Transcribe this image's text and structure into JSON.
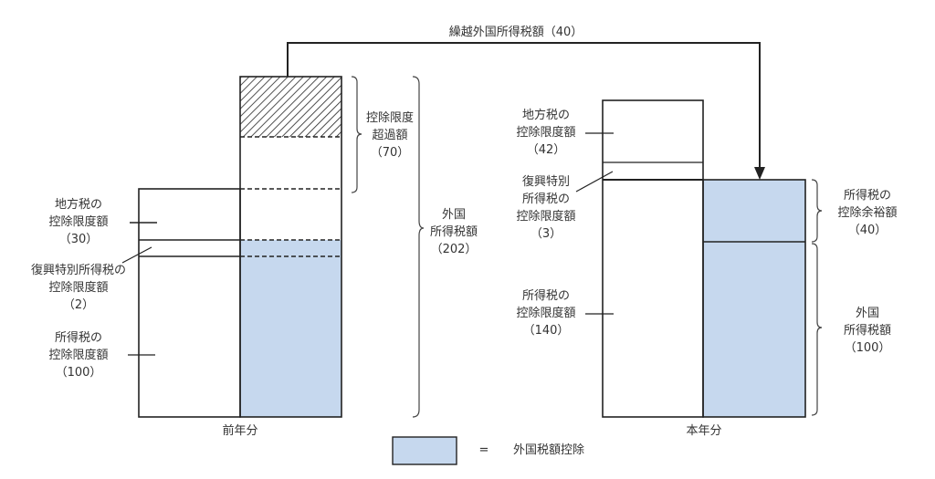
{
  "colors": {
    "deduction_fill": "#c6d8ee",
    "line": "#222222",
    "background": "#ffffff"
  },
  "carryover_arrow": {
    "label": "繰越外国所得税額（40）"
  },
  "previous_year": {
    "caption": "前年分",
    "labels": {
      "local_tax_limit": [
        "地方税の",
        "控除限度額",
        "（30）"
      ],
      "reconstruction_tax_limit": [
        "復興特別所得税の",
        "控除限度額",
        "（2）"
      ],
      "income_tax_limit": [
        "所得税の",
        "控除限度額",
        "（100）"
      ],
      "excess_over_limit": [
        "控除限度",
        "超過額",
        "（70）"
      ],
      "foreign_tax_amount": [
        "外国",
        "所得税額",
        "（202）"
      ]
    },
    "values": {
      "local_tax_limit": 30,
      "reconstruction_tax_limit": 2,
      "income_tax_limit": 100,
      "excess_over_limit": 70,
      "foreign_tax_amount": 202
    }
  },
  "current_year": {
    "caption": "本年分",
    "labels": {
      "local_tax_limit": [
        "地方税の",
        "控除限度額",
        "（42）"
      ],
      "reconstruction_tax_limit": [
        "復興特別",
        "所得税の",
        "控除限度額",
        "（3）"
      ],
      "income_tax_limit": [
        "所得税の",
        "控除限度額",
        "（140）"
      ],
      "income_tax_margin": [
        "所得税の",
        "控除余裕額",
        "（40）"
      ],
      "foreign_tax_amount": [
        "外国",
        "所得税額",
        "（100）"
      ]
    },
    "values": {
      "local_tax_limit": 42,
      "reconstruction_tax_limit": 3,
      "income_tax_limit": 140,
      "income_tax_margin": 40,
      "foreign_tax_amount": 100
    }
  },
  "legend": {
    "equals": "=",
    "label": "外国税額控除"
  }
}
